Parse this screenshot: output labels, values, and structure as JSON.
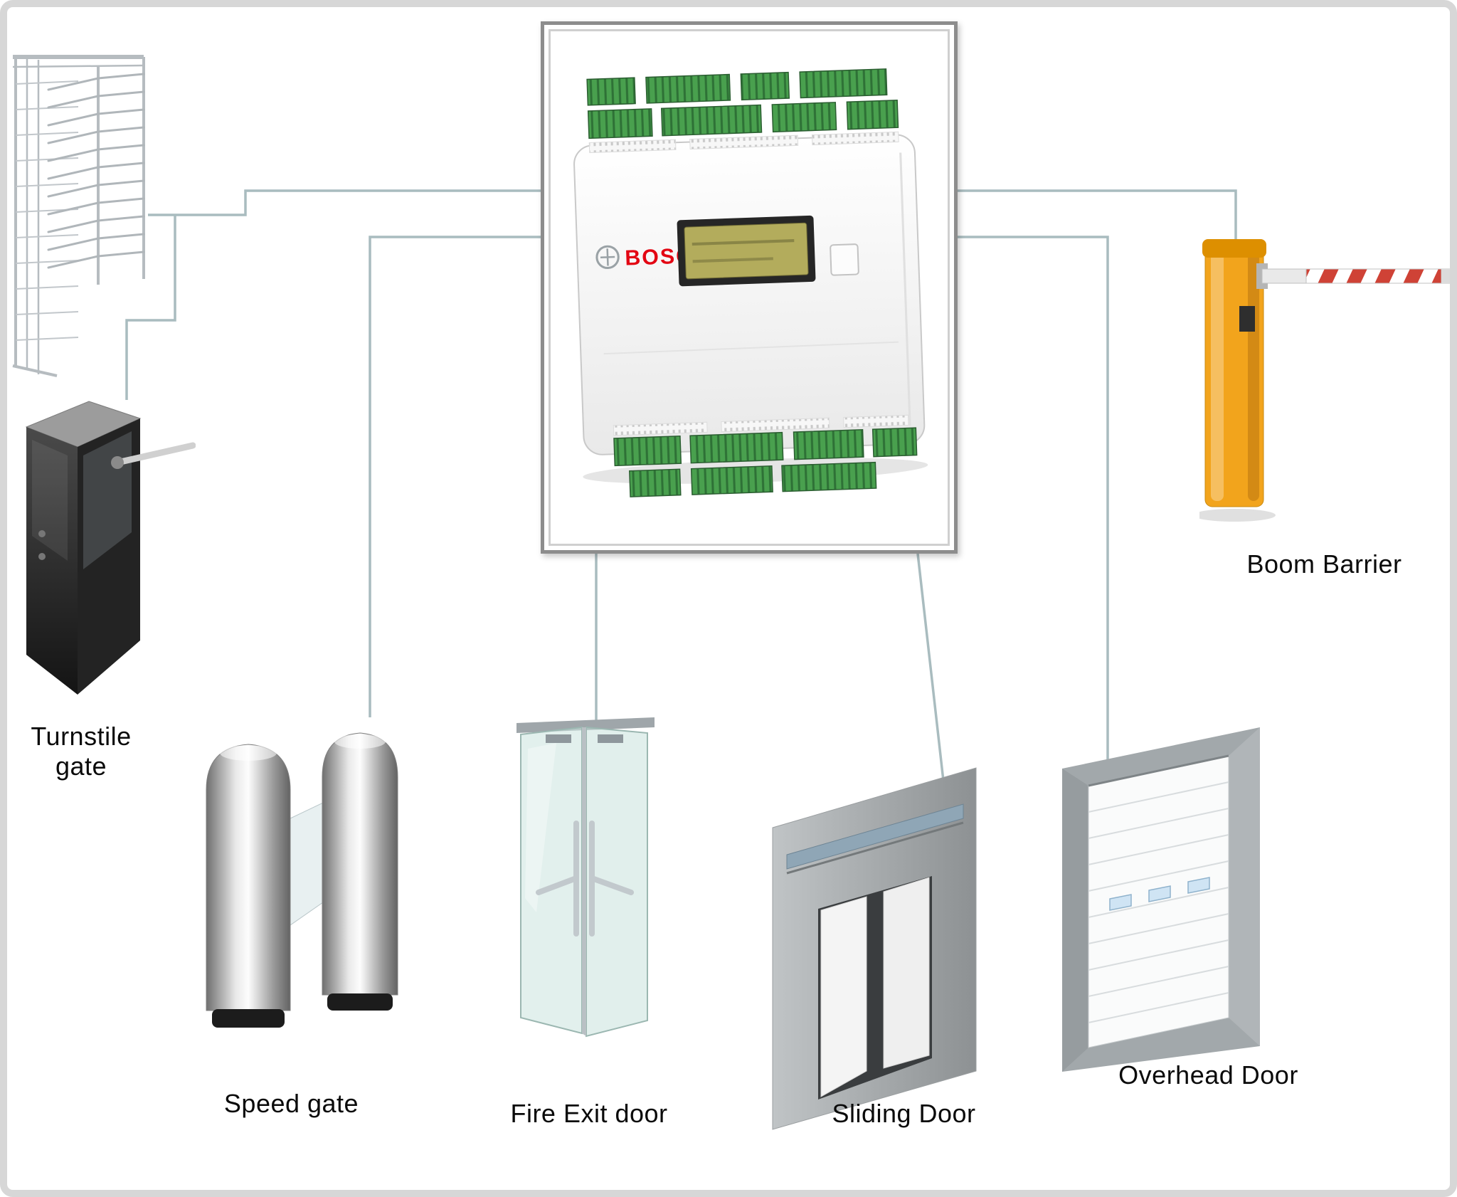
{
  "controller": {
    "brand": "BOSCH",
    "brand_color": "#e30613"
  },
  "labels": {
    "turnstile": "Turnstile gate",
    "speed_gate": "Speed gate",
    "fire_exit_door": "Fire Exit door",
    "sliding_door": "Sliding Door",
    "overhead_door": "Overhead Door",
    "boom_barrier": "Boom Barrier"
  },
  "colors": {
    "wire": "#a9bcbf",
    "terminal_green": "#49a04e",
    "lcd_screen": "#b3ac5c",
    "boom_post_orange": "#f2a41c",
    "stripe_red": "#cf4236"
  }
}
